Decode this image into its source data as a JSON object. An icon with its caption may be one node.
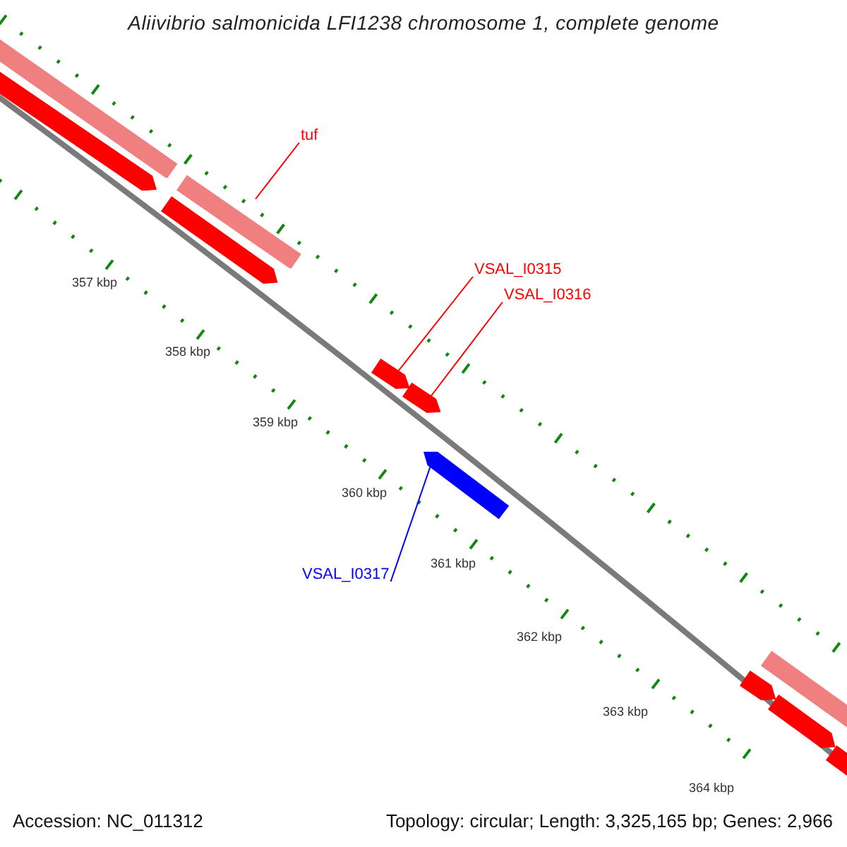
{
  "diagram": {
    "title": "Aliivibrio salmonicida LFI1238 chromosome 1, complete genome",
    "nodes": [
      {
        "text": [
          "tuf"
        ]
      },
      {
        "text": [],
        "shape": "bar"
      },
      {
        "text": [
          "VSAL_I0315"
        ]
      },
      {
        "text": [],
        "shape": "arrow"
      },
      {
        "text": [
          "VSAL_I0316"
        ]
      },
      {
        "text": [],
        "shape": "arrow"
      },
      {
        "text": [
          "VSAL_I0317"
        ]
      },
      {
        "text": [],
        "shape": "arrow"
      },
      {
        "text": [],
        "shape": "bar"
      },
      {
        "text": [],
        "shape": "arrow"
      },
      {
        "text": [],
        "shape": "arrow"
      },
      {
        "text": [],
        "shape": "arrow"
      },
      {
        "text": [],
        "shape": "bar"
      },
      {
        "text": [],
        "shape": "arrow"
      },
      {
        "text": [],
        "shape": "bar"
      }
    ],
    "edges": [
      {
        "from": 0,
        "to": 1,
        "arrow": "none"
      },
      {
        "from": 2,
        "to": 3,
        "arrow": "none"
      },
      {
        "from": 4,
        "to": 5,
        "arrow": "none"
      },
      {
        "from": 6,
        "to": 7,
        "arrow": "none",
        "color": "#0000ff"
      }
    ],
    "labels": [
      "357 kbp",
      "358 kbp",
      "359 kbp",
      "360 kbp",
      "361 kbp",
      "362 kbp",
      "363 kbp",
      "364 kbp",
      "Accession: NC_011312",
      "Topology: circular; Length: 3,325,165 bp; Genes: 2,966"
    ]
  }
}
